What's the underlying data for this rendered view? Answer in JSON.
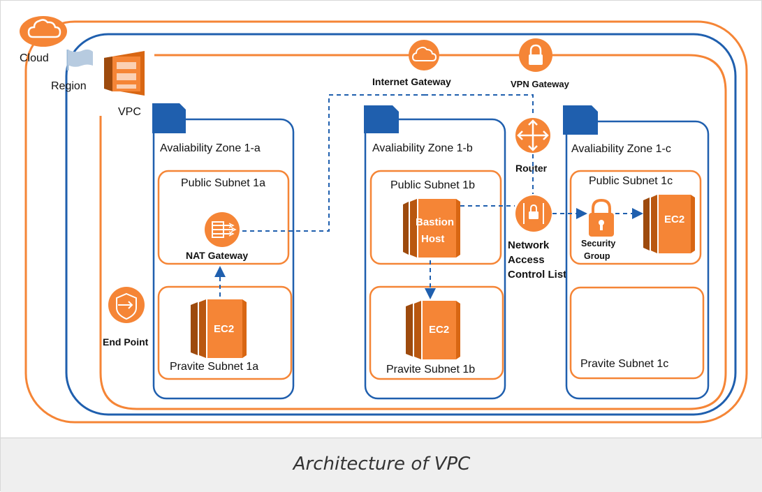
{
  "labels": {
    "cloud": "Cloud",
    "region": "Region",
    "vpc": "VPC",
    "internet_gateway": "Internet Gateway",
    "vpn_gateway": "VPN Gateway",
    "router": "Router",
    "nacl_line1": "Network",
    "nacl_line2": "Access",
    "nacl_line3": "Control List",
    "end_point": "End Point",
    "nat_gateway": "NAT Gateway",
    "security_group_line1": "Security",
    "security_group_line2": "Group",
    "ec2": "EC2",
    "bastion_line1": "Bastion",
    "bastion_line2": "Host"
  },
  "zones": [
    {
      "title": "Avaliability Zone 1-a",
      "public_subnet": "Public Subnet 1a",
      "private_subnet": "Pravite Subnet 1a"
    },
    {
      "title": "Avaliability Zone 1-b",
      "public_subnet": "Public Subnet 1b",
      "private_subnet": "Pravite Subnet 1b"
    },
    {
      "title": "Avaliability Zone 1-c",
      "public_subnet": "Public Subnet 1c",
      "private_subnet": "Pravite Subnet 1c"
    }
  ],
  "caption": "Architecture of VPC",
  "colors": {
    "orange": "#f58536",
    "blue": "#1f5fae",
    "dark_blue": "#1b4f9c",
    "light_blue": "#9ab8d6",
    "white": "#ffffff"
  }
}
